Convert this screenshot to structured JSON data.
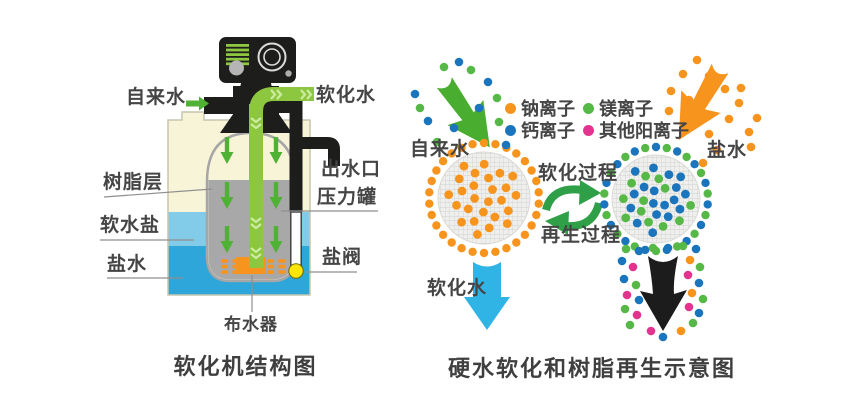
{
  "page": {
    "background": "#ffffff"
  },
  "colors": {
    "sodium": "#f7941d",
    "magnesium": "#56b947",
    "calcium": "#1b75bc",
    "other_cation": "#e2348f",
    "pipe_green": "#8dc63f",
    "flow_green": "#4fb234",
    "cycle_green": "#2fa048",
    "softened_cyan": "#30b4e6",
    "waste_black": "#1c1c1c",
    "tank_cream": "#f8f4d8",
    "salt_layer_blue": "#82cbe9",
    "brine_layer_blue": "#2fa6d9",
    "resin_gray": "#a8a8a8",
    "distributor_orange": "#f7941d",
    "valve_black": "#1d1d1b",
    "float_yellow": "#ffe503"
  },
  "left_diagram": {
    "caption": "软化机结构图",
    "labels": {
      "tap_water": "自来水",
      "softened_water": "软化水",
      "resin_layer": "树脂层",
      "softener_salt": "软水盐",
      "brine": "盐水",
      "water_outlet": "出水口",
      "pressure_tank": "压力罐",
      "salt_valve": "盐阀",
      "water_distributor": "布水器"
    }
  },
  "right_diagram": {
    "caption": "硬水软化和树脂再生示意图",
    "legend": [
      {
        "id": "sodium-ion",
        "label": "钠离子",
        "color": "#f7941d"
      },
      {
        "id": "magnesium-ion",
        "label": "镁离子",
        "color": "#56b947"
      },
      {
        "id": "calcium-ion",
        "label": "钙离子",
        "color": "#1b75bc"
      },
      {
        "id": "other-cations",
        "label": "其他阳离子",
        "color": "#e2348f"
      }
    ],
    "labels": {
      "tap_water": "自来水",
      "brine": "盐水",
      "softening_process": "软化过程",
      "regeneration_process": "再生过程",
      "softened_water": "软化水"
    }
  }
}
